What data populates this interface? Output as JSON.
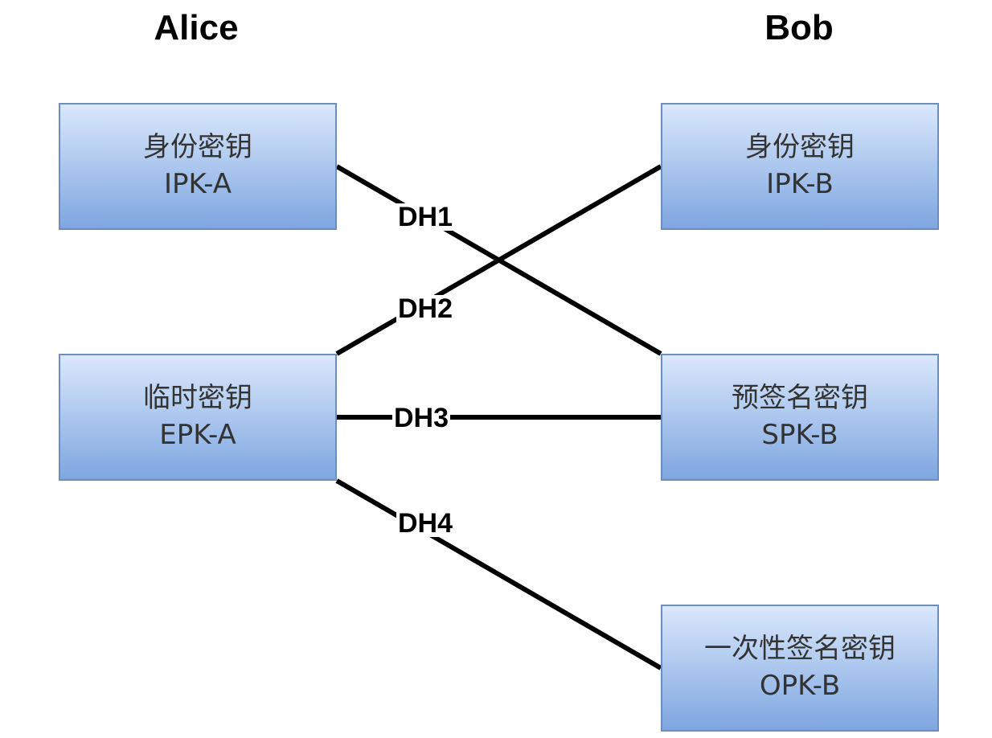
{
  "parties": {
    "alice": "Alice",
    "bob": "Bob"
  },
  "keys": {
    "alice_identity": {
      "name": "身份密钥",
      "id": "IPK-A"
    },
    "alice_ephemeral": {
      "name": "临时密钥",
      "id": "EPK-A"
    },
    "bob_identity": {
      "name": "身份密钥",
      "id": "IPK-B"
    },
    "bob_signed_prekey": {
      "name": "预签名密钥",
      "id": "SPK-B"
    },
    "bob_one_time_prekey": {
      "name": "一次性签名密钥",
      "id": "OPK-B"
    }
  },
  "exchanges": {
    "dh1": "DH1",
    "dh2": "DH2",
    "dh3": "DH3",
    "dh4": "DH4"
  },
  "colors": {
    "box_fill_top": "#dae8fc",
    "box_fill_bottom": "#7ea6e0",
    "box_border": "#6c8ebf",
    "connector": "#000000"
  }
}
